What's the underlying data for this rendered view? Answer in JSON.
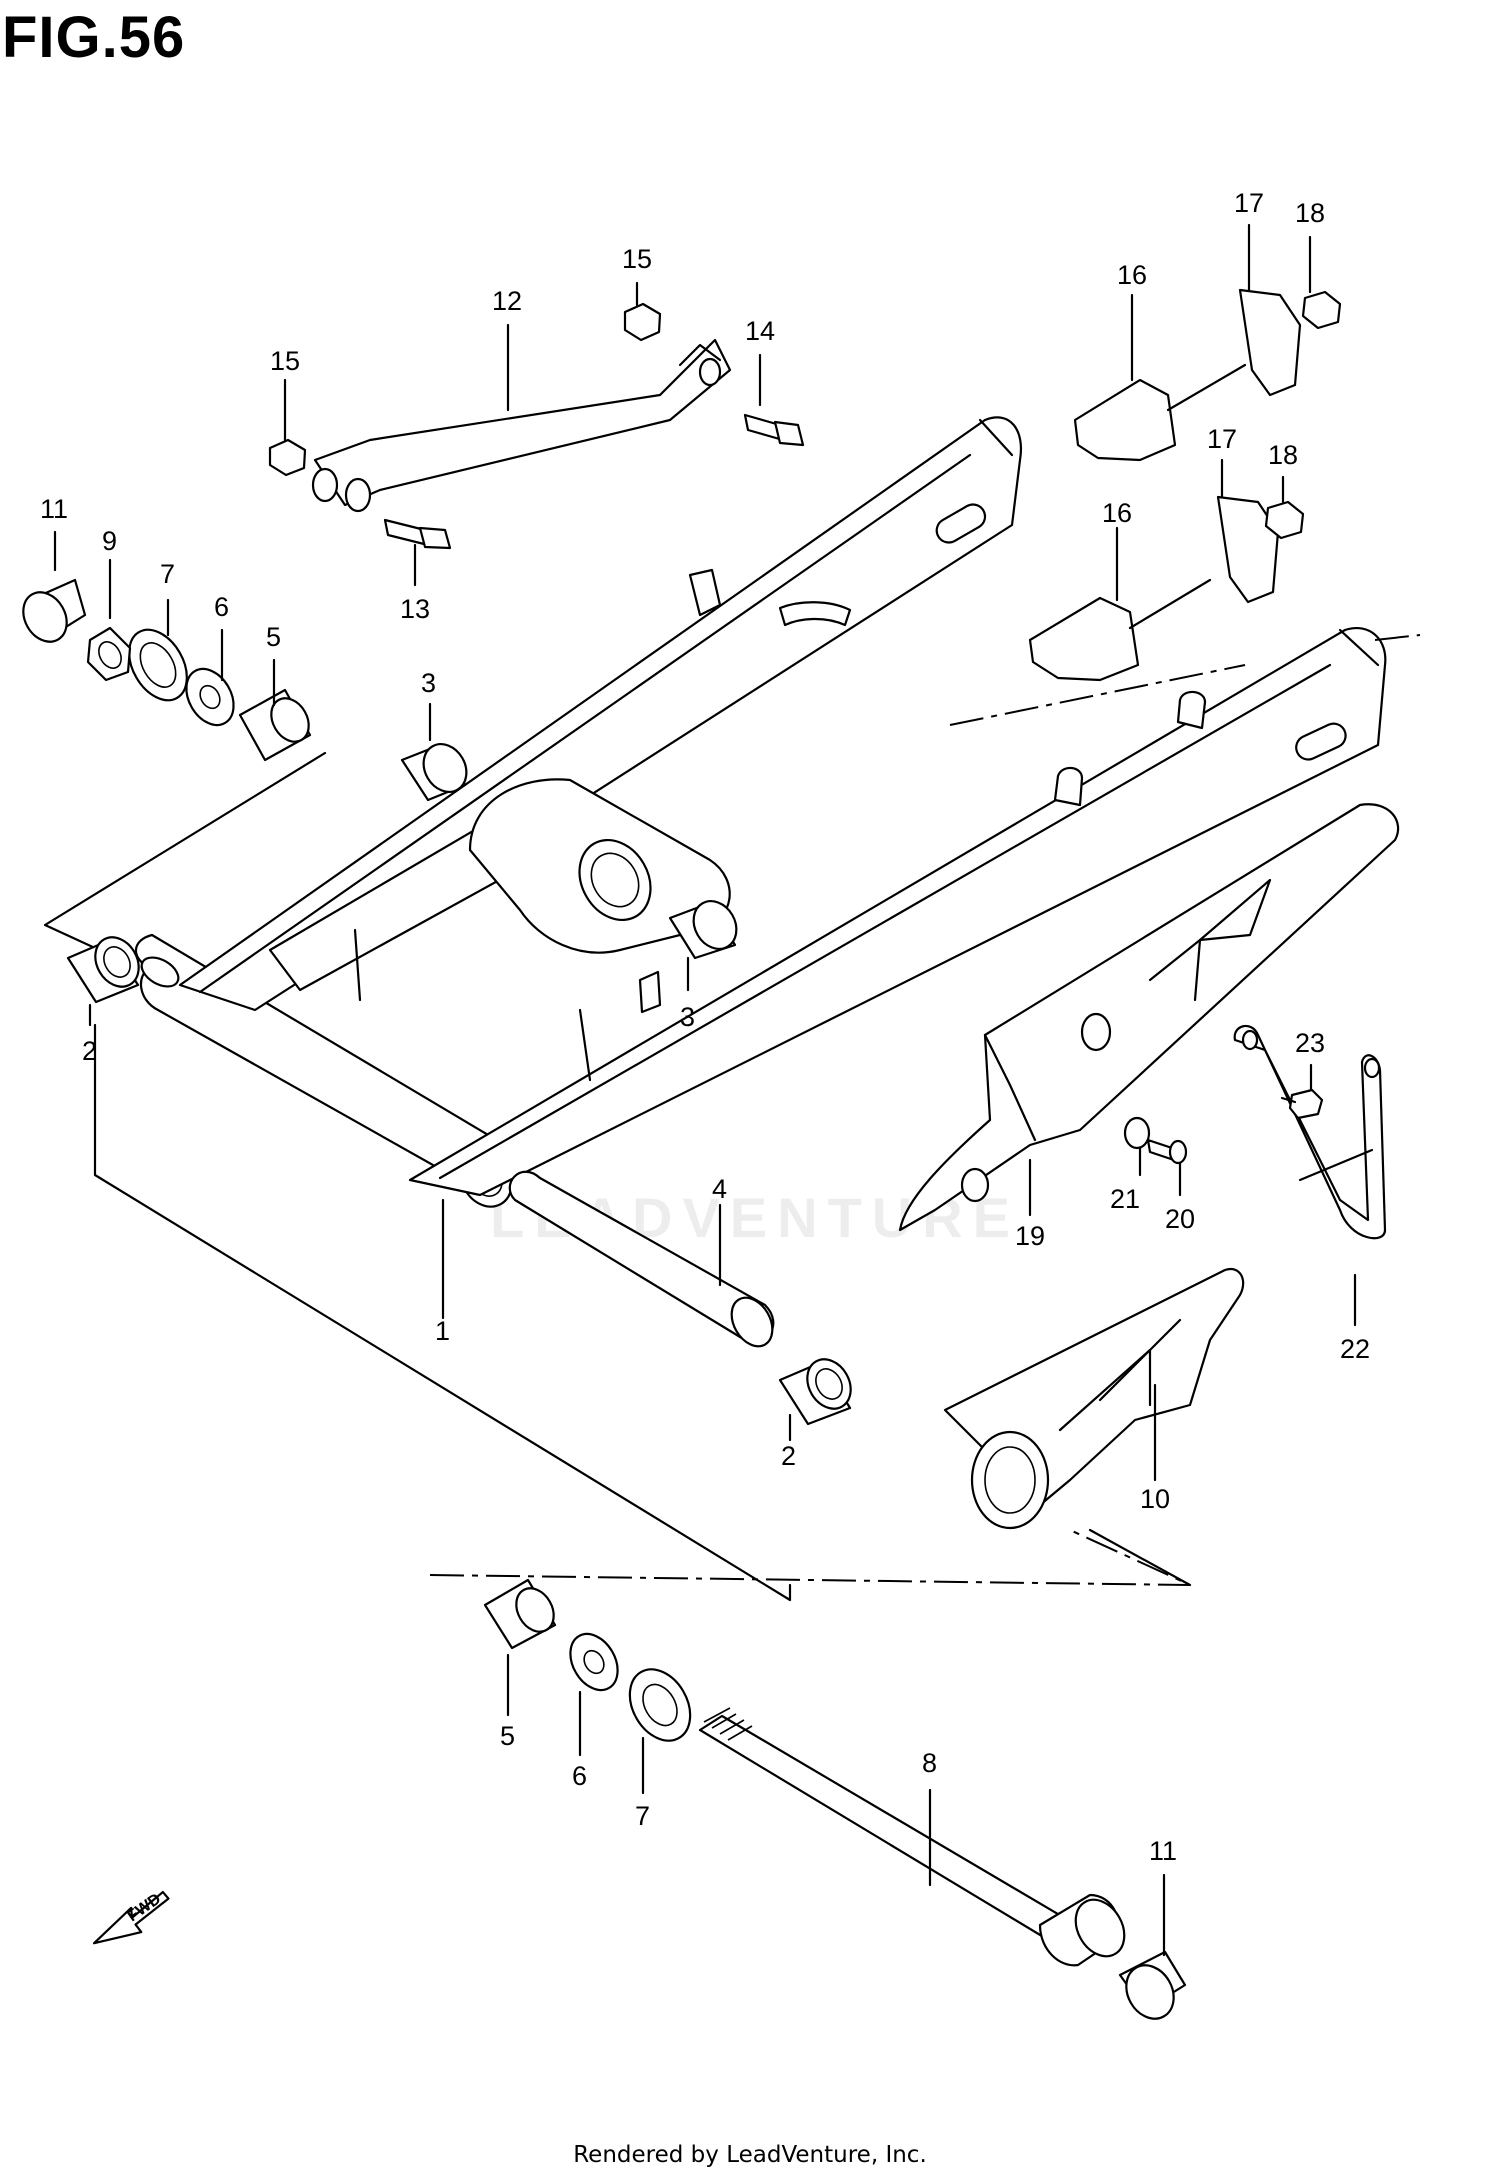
{
  "figure": {
    "title": "FIG.56"
  },
  "callouts": [
    {
      "id": "c1",
      "text": "1"
    },
    {
      "id": "c2a",
      "text": "2"
    },
    {
      "id": "c2b",
      "text": "2"
    },
    {
      "id": "c3a",
      "text": "3"
    },
    {
      "id": "c3b",
      "text": "3"
    },
    {
      "id": "c4",
      "text": "4"
    },
    {
      "id": "c5a",
      "text": "5"
    },
    {
      "id": "c5b",
      "text": "5"
    },
    {
      "id": "c6a",
      "text": "6"
    },
    {
      "id": "c6b",
      "text": "6"
    },
    {
      "id": "c7a",
      "text": "7"
    },
    {
      "id": "c7b",
      "text": "7"
    },
    {
      "id": "c8",
      "text": "8"
    },
    {
      "id": "c9",
      "text": "9"
    },
    {
      "id": "c10",
      "text": "10"
    },
    {
      "id": "c11a",
      "text": "11"
    },
    {
      "id": "c11b",
      "text": "11"
    },
    {
      "id": "c12",
      "text": "12"
    },
    {
      "id": "c13",
      "text": "13"
    },
    {
      "id": "c14",
      "text": "14"
    },
    {
      "id": "c15a",
      "text": "15"
    },
    {
      "id": "c15b",
      "text": "15"
    },
    {
      "id": "c16a",
      "text": "16"
    },
    {
      "id": "c16b",
      "text": "16"
    },
    {
      "id": "c17a",
      "text": "17"
    },
    {
      "id": "c17b",
      "text": "17"
    },
    {
      "id": "c18a",
      "text": "18"
    },
    {
      "id": "c18b",
      "text": "18"
    },
    {
      "id": "c19",
      "text": "19"
    },
    {
      "id": "c20",
      "text": "20"
    },
    {
      "id": "c21",
      "text": "21"
    },
    {
      "id": "c22",
      "text": "22"
    },
    {
      "id": "c23",
      "text": "23"
    }
  ],
  "direction_marker": {
    "text": "FWD"
  },
  "watermark": {
    "text": "LEADVENTURE"
  },
  "footer": {
    "text": "Rendered by LeadVenture, Inc."
  }
}
